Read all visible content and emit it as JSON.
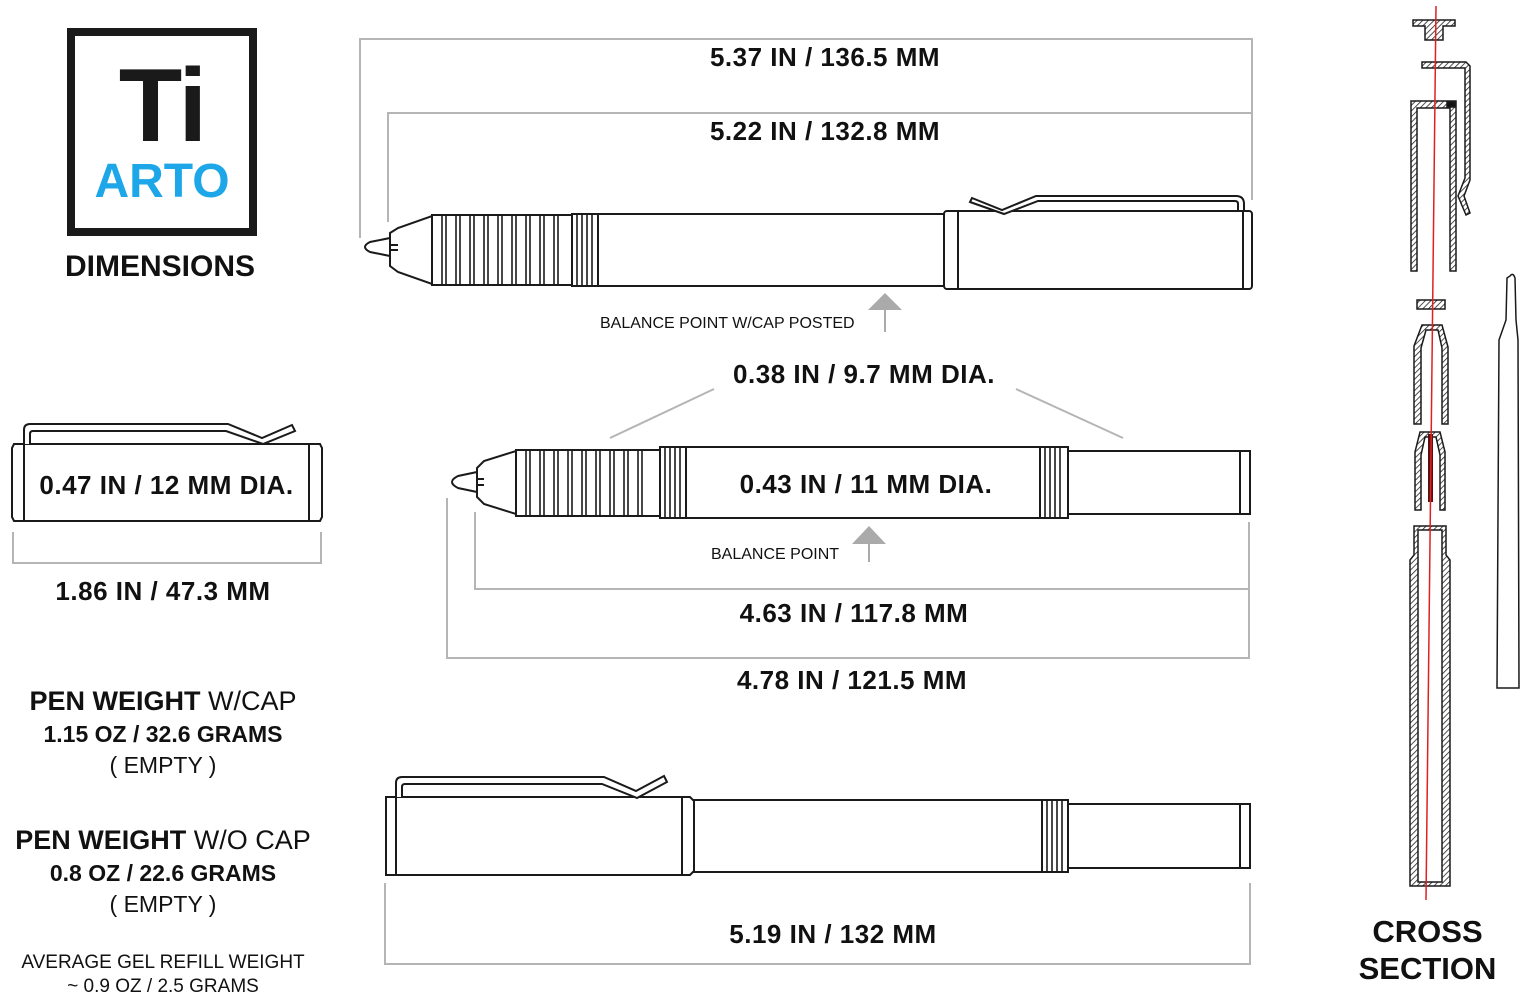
{
  "logo": {
    "symbol": "Ti",
    "brand": "ARTO",
    "brand_color": "#1ea7e8"
  },
  "title": "DIMENSIONS",
  "top_view": {
    "overall_length": "5.37 IN / 136.5 MM",
    "posted_length": "5.22 IN / 132.8 MM",
    "balance_label": "BALANCE POINT W/CAP POSTED"
  },
  "cap_view": {
    "diameter": "0.47 IN / 12 MM DIA.",
    "length": "1.86 IN / 47.3 MM"
  },
  "body_view": {
    "grip_diameter": "0.38 IN / 9.7 MM DIA.",
    "body_diameter": "0.43 IN / 11 MM DIA.",
    "balance_label": "BALANCE POINT",
    "inner_length": "4.63 IN / 117.8 MM",
    "outer_length": "4.78 IN / 121.5 MM"
  },
  "capped_view": {
    "length": "5.19 IN / 132 MM"
  },
  "weights": {
    "with_cap": {
      "title_bold": "PEN WEIGHT",
      "title_rest": "W/CAP",
      "value": "1.15 OZ / 32.6 GRAMS",
      "note": "( EMPTY )"
    },
    "without_cap": {
      "title_bold": "PEN WEIGHT",
      "title_rest": "W/O CAP",
      "value": "0.8 OZ / 22.6 GRAMS",
      "note": "( EMPTY )"
    },
    "refill": {
      "line1": "AVERAGE GEL REFILL WEIGHT",
      "line2": "~ 0.9 OZ / 2.5 GRAMS"
    }
  },
  "cross_section": {
    "line1": "CROSS",
    "line2": "SECTION",
    "axis_color": "#e02020"
  },
  "colors": {
    "line": "#1a1a1a",
    "dimension_line": "#b5b5b5",
    "arrow": "#aaaaaa"
  }
}
